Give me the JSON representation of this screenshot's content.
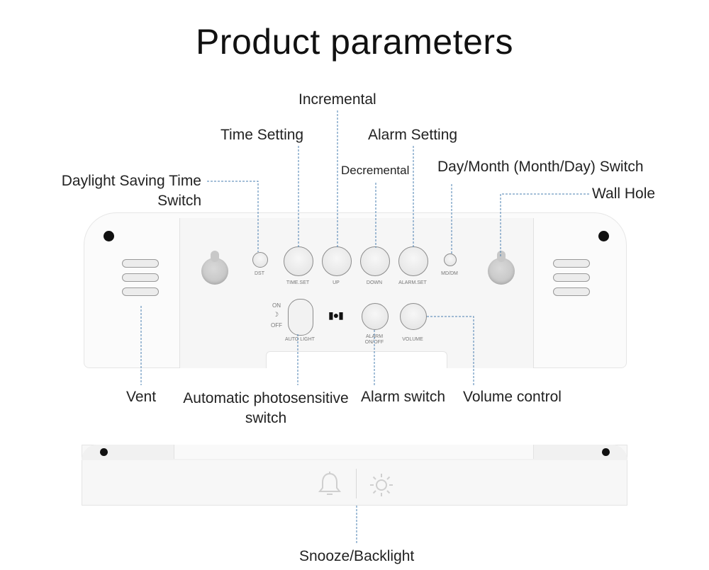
{
  "title": "Product parameters",
  "callouts": {
    "incremental": "Incremental",
    "time_setting": "Time Setting",
    "alarm_setting": "Alarm Setting",
    "decremental": "Decremental",
    "day_month_switch": "Day/Month (Month/Day) Switch",
    "dst_line1": "Daylight Saving Time",
    "dst_line2": "Switch",
    "wall_hole": "Wall Hole",
    "vent": "Vent",
    "auto_light_line1": "Automatic photosensitive",
    "auto_light_line2": "switch",
    "alarm_switch": "Alarm switch",
    "volume_control": "Volume control",
    "snooze_backlight": "Snooze/Backlight"
  },
  "device_labels": {
    "dst": "DST",
    "time_set": "TIME.SET",
    "up": "UP",
    "down": "DOWN",
    "alarm_set": "ALARM.SET",
    "md_dm": "MD/DM",
    "on": "ON",
    "off": "OFF",
    "auto_light": "AUTO LIGHT",
    "alarm_line1": "ALARM",
    "alarm_line2": "ON/OFF",
    "volume": "VOLUME"
  },
  "icons": [
    "bell-icon",
    "sun-icon",
    "moon-icon",
    "speaker-dots-icon"
  ],
  "colors": {
    "leader_line": "#4a7fb0",
    "device_body": "#fbfbfb",
    "button_border": "#8c8c8c"
  }
}
